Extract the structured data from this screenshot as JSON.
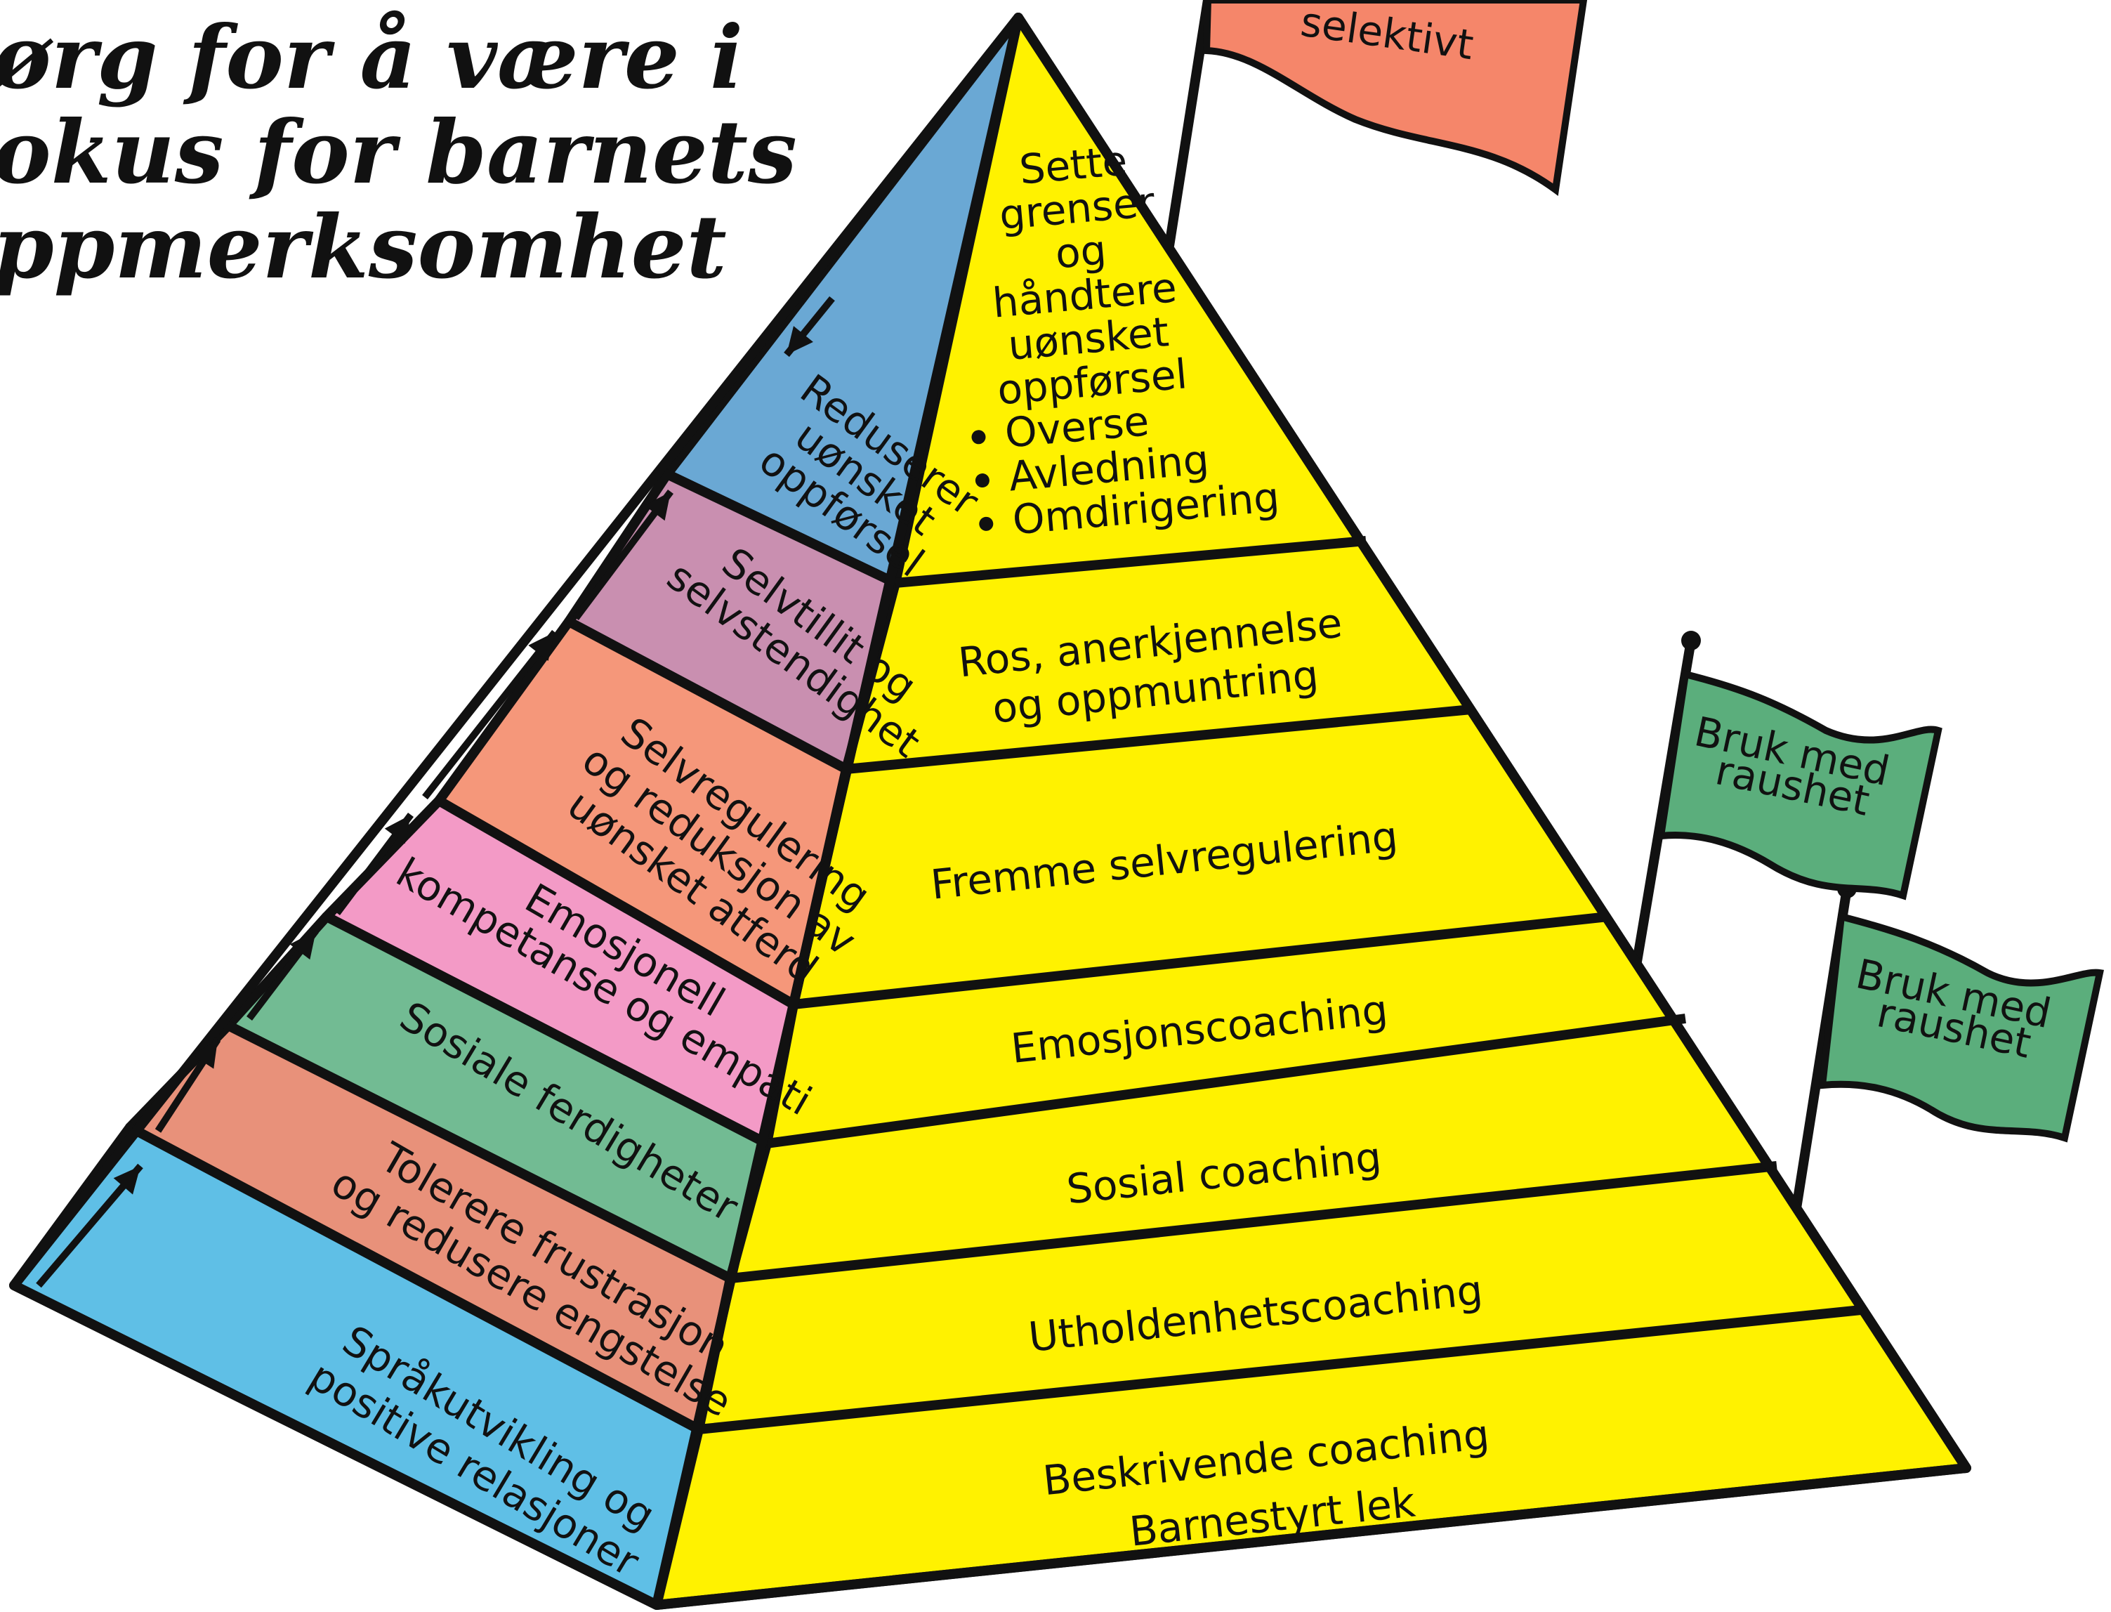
{
  "heading": [
    "ørg for å være i",
    "okus for barnets",
    "ppmerksomhet"
  ],
  "left_face": [
    {
      "lines": [
        "Reduserer",
        "uønsket",
        "oppførsel"
      ],
      "color": "#6aa8d4"
    },
    {
      "lines": [
        "Selvtillit og",
        "selvstendighet"
      ],
      "color": "#c98fb0"
    },
    {
      "lines": [
        "Selvregulering",
        "og reduksjon av",
        "uønsket atferd"
      ],
      "color": "#f5977a"
    },
    {
      "lines": [
        "Emosjonell",
        "kompetanse og empati"
      ],
      "color": "#f39ac6"
    },
    {
      "lines": [
        "Sosiale ferdigheter"
      ],
      "color": "#72bb93"
    },
    {
      "lines": [
        "Tolerere frustrasjon",
        "og redusere engstelse"
      ],
      "color": "#e8917a"
    },
    {
      "lines": [
        "Språkutvikling og",
        "positive relasjoner"
      ],
      "color": "#5fbfe6"
    }
  ],
  "right_face": {
    "color": "#fff200",
    "top": {
      "lines": [
        "Sette",
        "grenser",
        "og",
        "håndtere",
        "uønsket",
        "oppførsel"
      ],
      "bullets": [
        "Overse",
        "Avledning",
        "Omdirigering"
      ]
    },
    "levels": [
      {
        "lines": [
          "Ros, anerkjennelse",
          "og oppmuntring"
        ]
      },
      {
        "lines": [
          "Fremme selvregulering"
        ]
      },
      {
        "lines": [
          "Emosjonscoaching"
        ]
      },
      {
        "lines": [
          "Sosial coaching"
        ]
      },
      {
        "lines": [
          "Utholdenhetscoaching"
        ]
      },
      {
        "lines": [
          "Beskrivende coaching",
          "Barnestyrt lek"
        ]
      }
    ]
  },
  "flags": {
    "top": {
      "lines": [
        "selektivt"
      ],
      "color": "#f5866a"
    },
    "green1": {
      "lines": [
        "Bruk med",
        "raushet"
      ],
      "color": "#5bae7c"
    },
    "green2": {
      "lines": [
        "Bruk med",
        "raushet"
      ],
      "color": "#5bae7c"
    }
  }
}
